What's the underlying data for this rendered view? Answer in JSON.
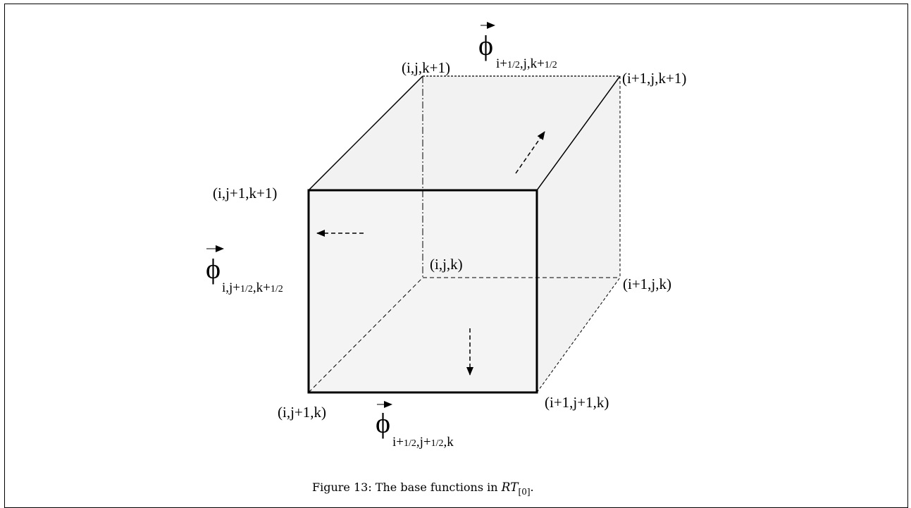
{
  "vertices": {
    "ijk1": "(i,j,k+1)",
    "i1jk1": "(i+1,j,k+1)",
    "ij1k1": "(i,j+1,k+1)",
    "ijk": "(i,j,k)",
    "i1jk": "(i+1,j,k)",
    "ij1k": "(i,j+1,k)",
    "i1j1k": "(i+1,j+1,k)"
  },
  "phi_symbol": "ϕ",
  "phi_top": {
    "a": "i+",
    "f1": "1/2",
    "b": ",j,k+",
    "f2": "1/2"
  },
  "phi_left": {
    "a": "i,j+",
    "f1": "1/2",
    "b": ",k+",
    "f2": "1/2"
  },
  "phi_bottom": {
    "a": "i+",
    "f1": "1/2",
    "b": ",j+",
    "f2": "1/2",
    "c": ",k"
  },
  "caption": {
    "prefix": "Figure 13: The base functions in ",
    "math": "RT",
    "sub": "[0]",
    "suffix": "."
  }
}
